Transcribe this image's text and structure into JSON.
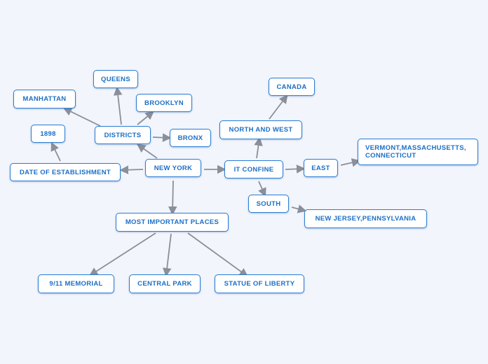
{
  "colors": {
    "background": "#f3f5fc",
    "node_border": "#2a7fd4",
    "node_text": "#1b6fc7",
    "edge": "#8a8f99"
  },
  "nodes": {
    "new_york": "NEW YORK",
    "districts": "DISTRICTS",
    "queens": "QUEENS",
    "manhattan": "MANHATTAN",
    "brooklyn": "BROOKLYN",
    "bronx": "BRONX",
    "year_1898": "1898",
    "date_of_establishment": "DATE OF ESTABLISHMENT",
    "it_confine": "IT CONFINE",
    "north_and_west": "NORTH AND WEST",
    "canada": "CANADA",
    "east": "EAST",
    "vermont": "VERMONT,MASSACHUSETTS, CONNECTICUT",
    "south": "SOUTH",
    "new_jersey": "NEW JERSEY,PENNSYLVANIA",
    "most_important_places": "MOST IMPORTANT PLACES",
    "memorial_911": "9/11 MEMORIAL",
    "central_park": "CENTRAL PARK",
    "statue_of_liberty": "STATUE OF LIBERTY"
  }
}
